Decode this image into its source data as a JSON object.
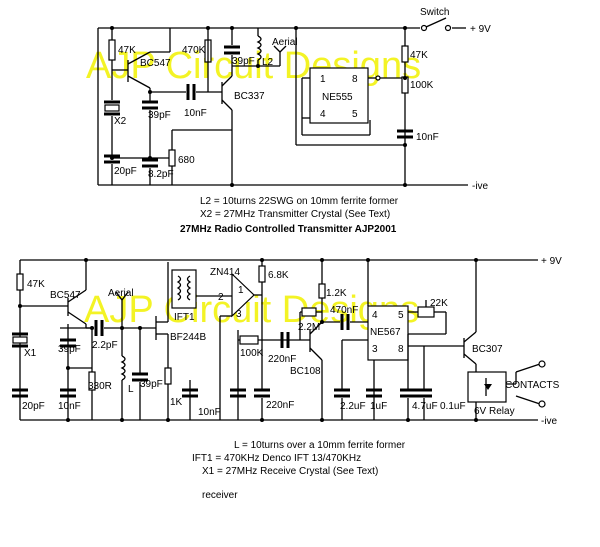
{
  "transmitter": {
    "watermark": "AJP Circuit Designs",
    "labels": {
      "switch": "Switch",
      "supply": "+ 9V",
      "ground": "-ive",
      "r_47k": "47K",
      "q1": "BC547",
      "r_470k": "470K",
      "c_39pf_top": "39pF",
      "aerial": "Aerial",
      "l2": "L2",
      "c_39pf": "39pF",
      "c_10nf_mid": "10nF",
      "q2": "BC337",
      "crystal": "X2",
      "r_680": "680",
      "c_20pf": "20pF",
      "c_8p2pf": "8.2pF",
      "ic": "NE555",
      "pin1": "1",
      "pin8": "8",
      "pin4": "4",
      "pin5": "5",
      "r_47k_right": "47K",
      "r_100k": "100K",
      "c_10nf_right": "10nF"
    },
    "notes": [
      "L2 = 10turns 22SWG on 10mm ferrite former",
      "X2 = 27MHz Transmitter Crystal (See Text)"
    ],
    "title": "27MHz Radio Controlled Transmitter AJP2001"
  },
  "receiver": {
    "watermark": "AJP Circuit Designs",
    "labels": {
      "supply": "+ 9V",
      "ground": "-ive",
      "r_47k": "47K",
      "q1": "BC547",
      "aerial": "Aerial",
      "ift": "IFT1",
      "zn414": "ZN414",
      "pin1": "1",
      "pin2": "2",
      "pin3": "3",
      "r_6k8": "6.8K",
      "r_1k2": "1.2K",
      "c_470nf": "470nF",
      "ne567_pin4": "4",
      "ne567_pin5": "5",
      "pot_22k": "22K",
      "ic": "NE567",
      "ne567_pin3": "3",
      "ne567_pin8": "8",
      "c_39pf": "39pF",
      "c_2p2pf": "2.2pF",
      "fet": "BF244B",
      "r_2m2": "2.2M",
      "crystal": "X1",
      "r_100k": "100K",
      "c_220nf_mid": "220nF",
      "q_bc108": "BC108",
      "q_bc307": "BC307",
      "contacts": "CONTACTS",
      "r_330r": "330R",
      "l": "L",
      "c_39pf_b": "39pF",
      "r_1k": "1K",
      "c_10nf_b": "10nF",
      "c_20pf": "20pF",
      "c_10nf_a": "10nF",
      "c_220nf": "220nF",
      "c_2u2f": "2.2uF",
      "c_1uf": "1uF",
      "c_4u7f": "4.7uF",
      "c_0u1f": "0.1uF",
      "relay": "6V Relay"
    },
    "notes": [
      "L = 10turns over a 10mm ferrite former",
      "IFT1 = 470KHz Denco IFT 13/470KHz",
      "X1 = 27MHz Receive Crystal (See Text)"
    ],
    "caption": "receiver"
  }
}
